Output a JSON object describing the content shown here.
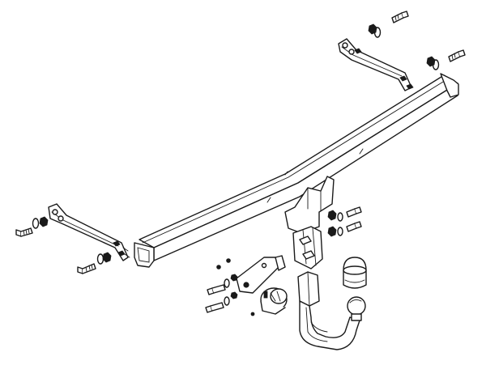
{
  "diagram": {
    "kind": "exploded-view",
    "subject": "towbar",
    "parts": [
      "main-crossbar",
      "left-side-bracket",
      "right-side-bracket",
      "center-mounting-bracket",
      "detachable-tow-neck",
      "tow-ball",
      "ball-cover-cap",
      "electrical-socket",
      "socket-mounting-plate",
      "mounting-bolts",
      "washers",
      "nuts"
    ]
  }
}
